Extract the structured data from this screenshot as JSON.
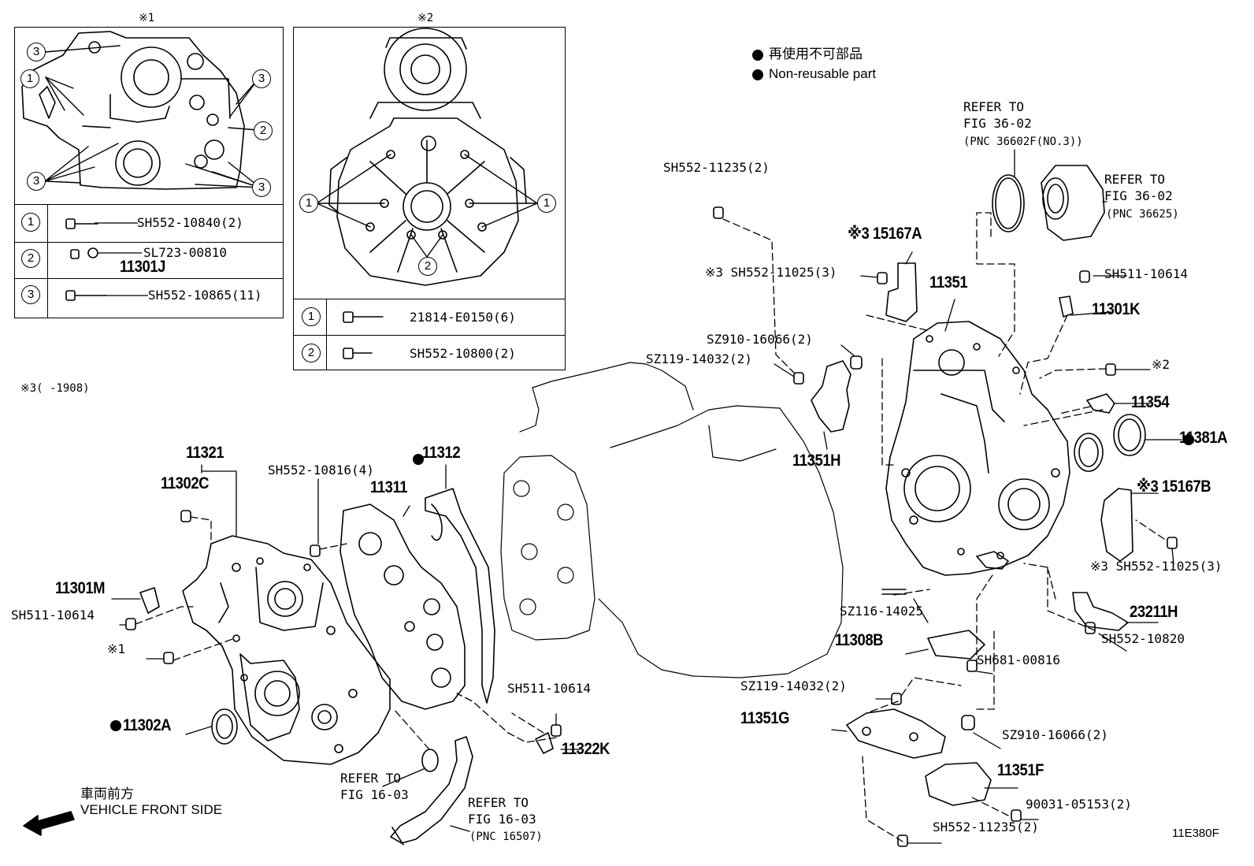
{
  "inset1": {
    "header": "※1",
    "rows": [
      {
        "num": "1",
        "code": "SH552-10840(2)"
      },
      {
        "num": "2",
        "code": "SL723-00810",
        "sub": "11301J"
      },
      {
        "num": "3",
        "code": "SH552-10865(11)"
      }
    ],
    "callouts": [
      "3",
      "1",
      "3",
      "2",
      "3",
      "3"
    ]
  },
  "inset2": {
    "header": "※2",
    "rows": [
      {
        "num": "1",
        "code": "21814-E0150(6)"
      },
      {
        "num": "2",
        "code": "SH552-10800(2)"
      }
    ],
    "callouts": [
      "1",
      "1",
      "2"
    ]
  },
  "legend": {
    "jp": "再使用不可部品",
    "en": "Non-reusable part"
  },
  "note3": "※3(    -1908)",
  "labels": {
    "refer_3602_a": "REFER TO",
    "refer_3602_b": "FIG 36-02",
    "refer_3602_c": "(PNC 36602F(NO.3))",
    "refer_3625_a": "REFER TO",
    "refer_3625_b": "FIG 36-02",
    "refer_3625_c": "(PNC 36625)",
    "sh552_11235_top": "SH552-11235(2)",
    "p15167a": "※3 15167A",
    "sh552_11025_left": "※3 SH552-11025(3)",
    "p11351": "11351",
    "sh511_10614_r": "SH511-10614",
    "p11301k": "11301K",
    "sz910_16066_top": "SZ910-16066(2)",
    "sz119_14032_top": "SZ119-14032(2)",
    "mark2": "※2",
    "p11354": "11354",
    "p11381a": "11381A",
    "p11351h": "11351H",
    "p15167b": "※3 15167B",
    "sh552_11025_right": "※3 SH552-11025(3)",
    "p11321": "11321",
    "p11302c": "11302C",
    "sh552_10816": "SH552-10816(4)",
    "p11312": "11312",
    "p11311": "11311",
    "p11301m": "11301M",
    "sh511_10614_l": "SH511-10614",
    "mark1": "※1",
    "sz116_14025": "SZ116-14025",
    "p23211h": "23211H",
    "p11308b": "11308B",
    "sh552_10820": "SH552-10820",
    "sh681_00816": "SH681-00816",
    "sz119_14032_bot": "SZ119-14032(2)",
    "p11351g": "11351G",
    "sh511_10614_m": "SH511-10614",
    "p11302a": "11302A",
    "p11322k": "11322K",
    "sz910_16066_bot": "SZ910-16066(2)",
    "p11351f": "11351F",
    "refer_1603a_a": "REFER TO",
    "refer_1603a_b": "FIG 16-03",
    "refer_1603b_a": "REFER TO",
    "refer_1603b_b": "FIG 16-03",
    "refer_1603b_c": "(PNC 16507)",
    "p90031": "90031-05153(2)",
    "sh552_11235_bot": "SH552-11235(2)",
    "front_jp": "車両前方",
    "front_en": "VEHICLE FRONT SIDE",
    "fig_code": "11E380F"
  }
}
